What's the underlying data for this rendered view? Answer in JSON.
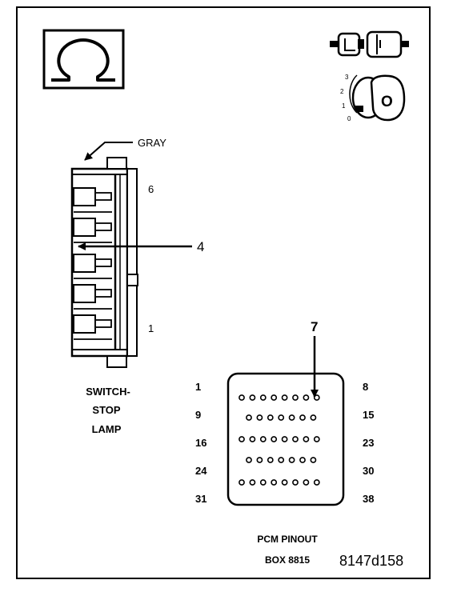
{
  "connector": {
    "wire_color_label": "GRAY",
    "pin_label_top": "6",
    "pin_label_bottom": "1",
    "name_line1": "SWITCH-",
    "name_line2": "STOP",
    "name_line3": "LAMP"
  },
  "callouts": {
    "pin_callout_a": "4",
    "pin_callout_b": "7"
  },
  "pcm": {
    "row_left_labels": [
      "1",
      "9",
      "16",
      "24",
      "31"
    ],
    "row_right_labels": [
      "8",
      "15",
      "23",
      "30",
      "38"
    ],
    "row_pin_counts": [
      8,
      7,
      8,
      7,
      8
    ],
    "title_line1": "PCM PINOUT",
    "title_line2": "BOX 8815"
  },
  "ignition": {
    "positions": [
      "3",
      "2",
      "1",
      "0"
    ],
    "key_letter": "O"
  },
  "figure_id": "8147d158"
}
